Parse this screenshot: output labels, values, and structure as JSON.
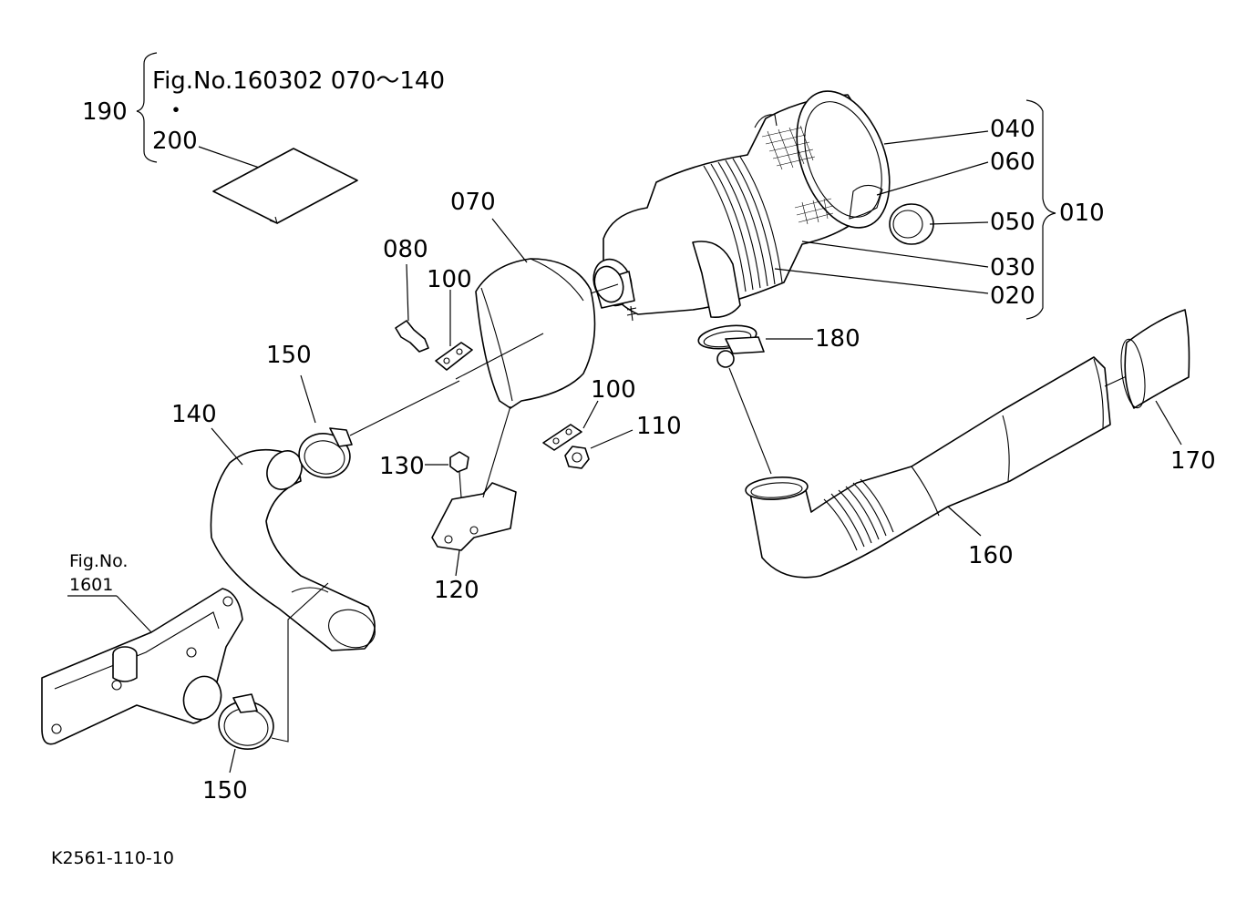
{
  "figure": {
    "drawing_code": "K2561-110-10"
  },
  "reference_note": {
    "group_number": "190",
    "line1": "Fig.No.160302  070～140",
    "dot": "・",
    "sub_number": "200"
  },
  "external_ref": {
    "line1": "Fig.No.",
    "line2": "1601"
  },
  "callouts": {
    "c010": "010",
    "c020": "020",
    "c030": "030",
    "c040": "040",
    "c050": "050",
    "c060": "060",
    "c070": "070",
    "c080": "080",
    "c100a": "100",
    "c100b": "100",
    "c110": "110",
    "c120": "120",
    "c130": "130",
    "c140": "140",
    "c150a": "150",
    "c150b": "150",
    "c160": "160",
    "c170": "170",
    "c180": "180"
  }
}
